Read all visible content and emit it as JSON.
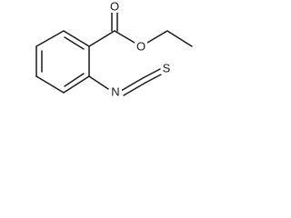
{
  "molecule": {
    "atoms": {
      "carbonyl_oxygen": "O",
      "ester_oxygen": "O",
      "isothiocyanate_nitrogen": "N",
      "isothiocyanate_sulfur": "S"
    }
  }
}
